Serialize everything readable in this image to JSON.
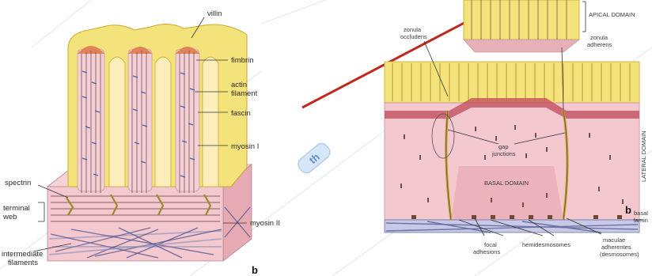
{
  "colors": {
    "microvillus_membrane": "#f4e27a",
    "microvillus_edge": "#c9a92e",
    "microvillus_cap": "#e0835a",
    "cytoplasm": "#f4c8cf",
    "cytoplasm_dark": "#e8a3ae",
    "actin": "#7a4b48",
    "mesh": "#4a4f8a",
    "pointer_line": "#c0271d",
    "watermark": "#9fc3ea"
  },
  "left_panel": {
    "labels": {
      "villin": "villin",
      "fimbrin": "fimbrin",
      "actin_filament": [
        "actin",
        "filament"
      ],
      "fascin": "fascin",
      "myosin_i": "myosin I",
      "spectrin": "spectrin",
      "terminal_web": [
        "terminal",
        "web"
      ],
      "myosin_ii": "myosin II",
      "intermediate_filaments": [
        "intermediate",
        "filaments"
      ]
    },
    "panel_letter": "b"
  },
  "right_panel": {
    "labels": {
      "apical_domain": "APICAL DOMAIN",
      "zonula_occludens": [
        "zonula",
        "occludens"
      ],
      "zonula_adherens": [
        "zonula",
        "adherens"
      ],
      "gap_junctions": [
        "gap",
        "junctions"
      ],
      "basal_domain": "BASAL DOMAIN",
      "lateral_domain": "LATERAL DOMAIN",
      "basal_lamina": [
        "basal",
        "lamin"
      ],
      "focal_adhesions": [
        "focal",
        "adhesions"
      ],
      "hemidesmosomes": "hemidesmosomes",
      "maculae_adherentes": [
        "maculae",
        "adherentes",
        "(desmosomes)"
      ]
    },
    "panel_letter": "b"
  },
  "watermark": {
    "logo_text": "th"
  }
}
